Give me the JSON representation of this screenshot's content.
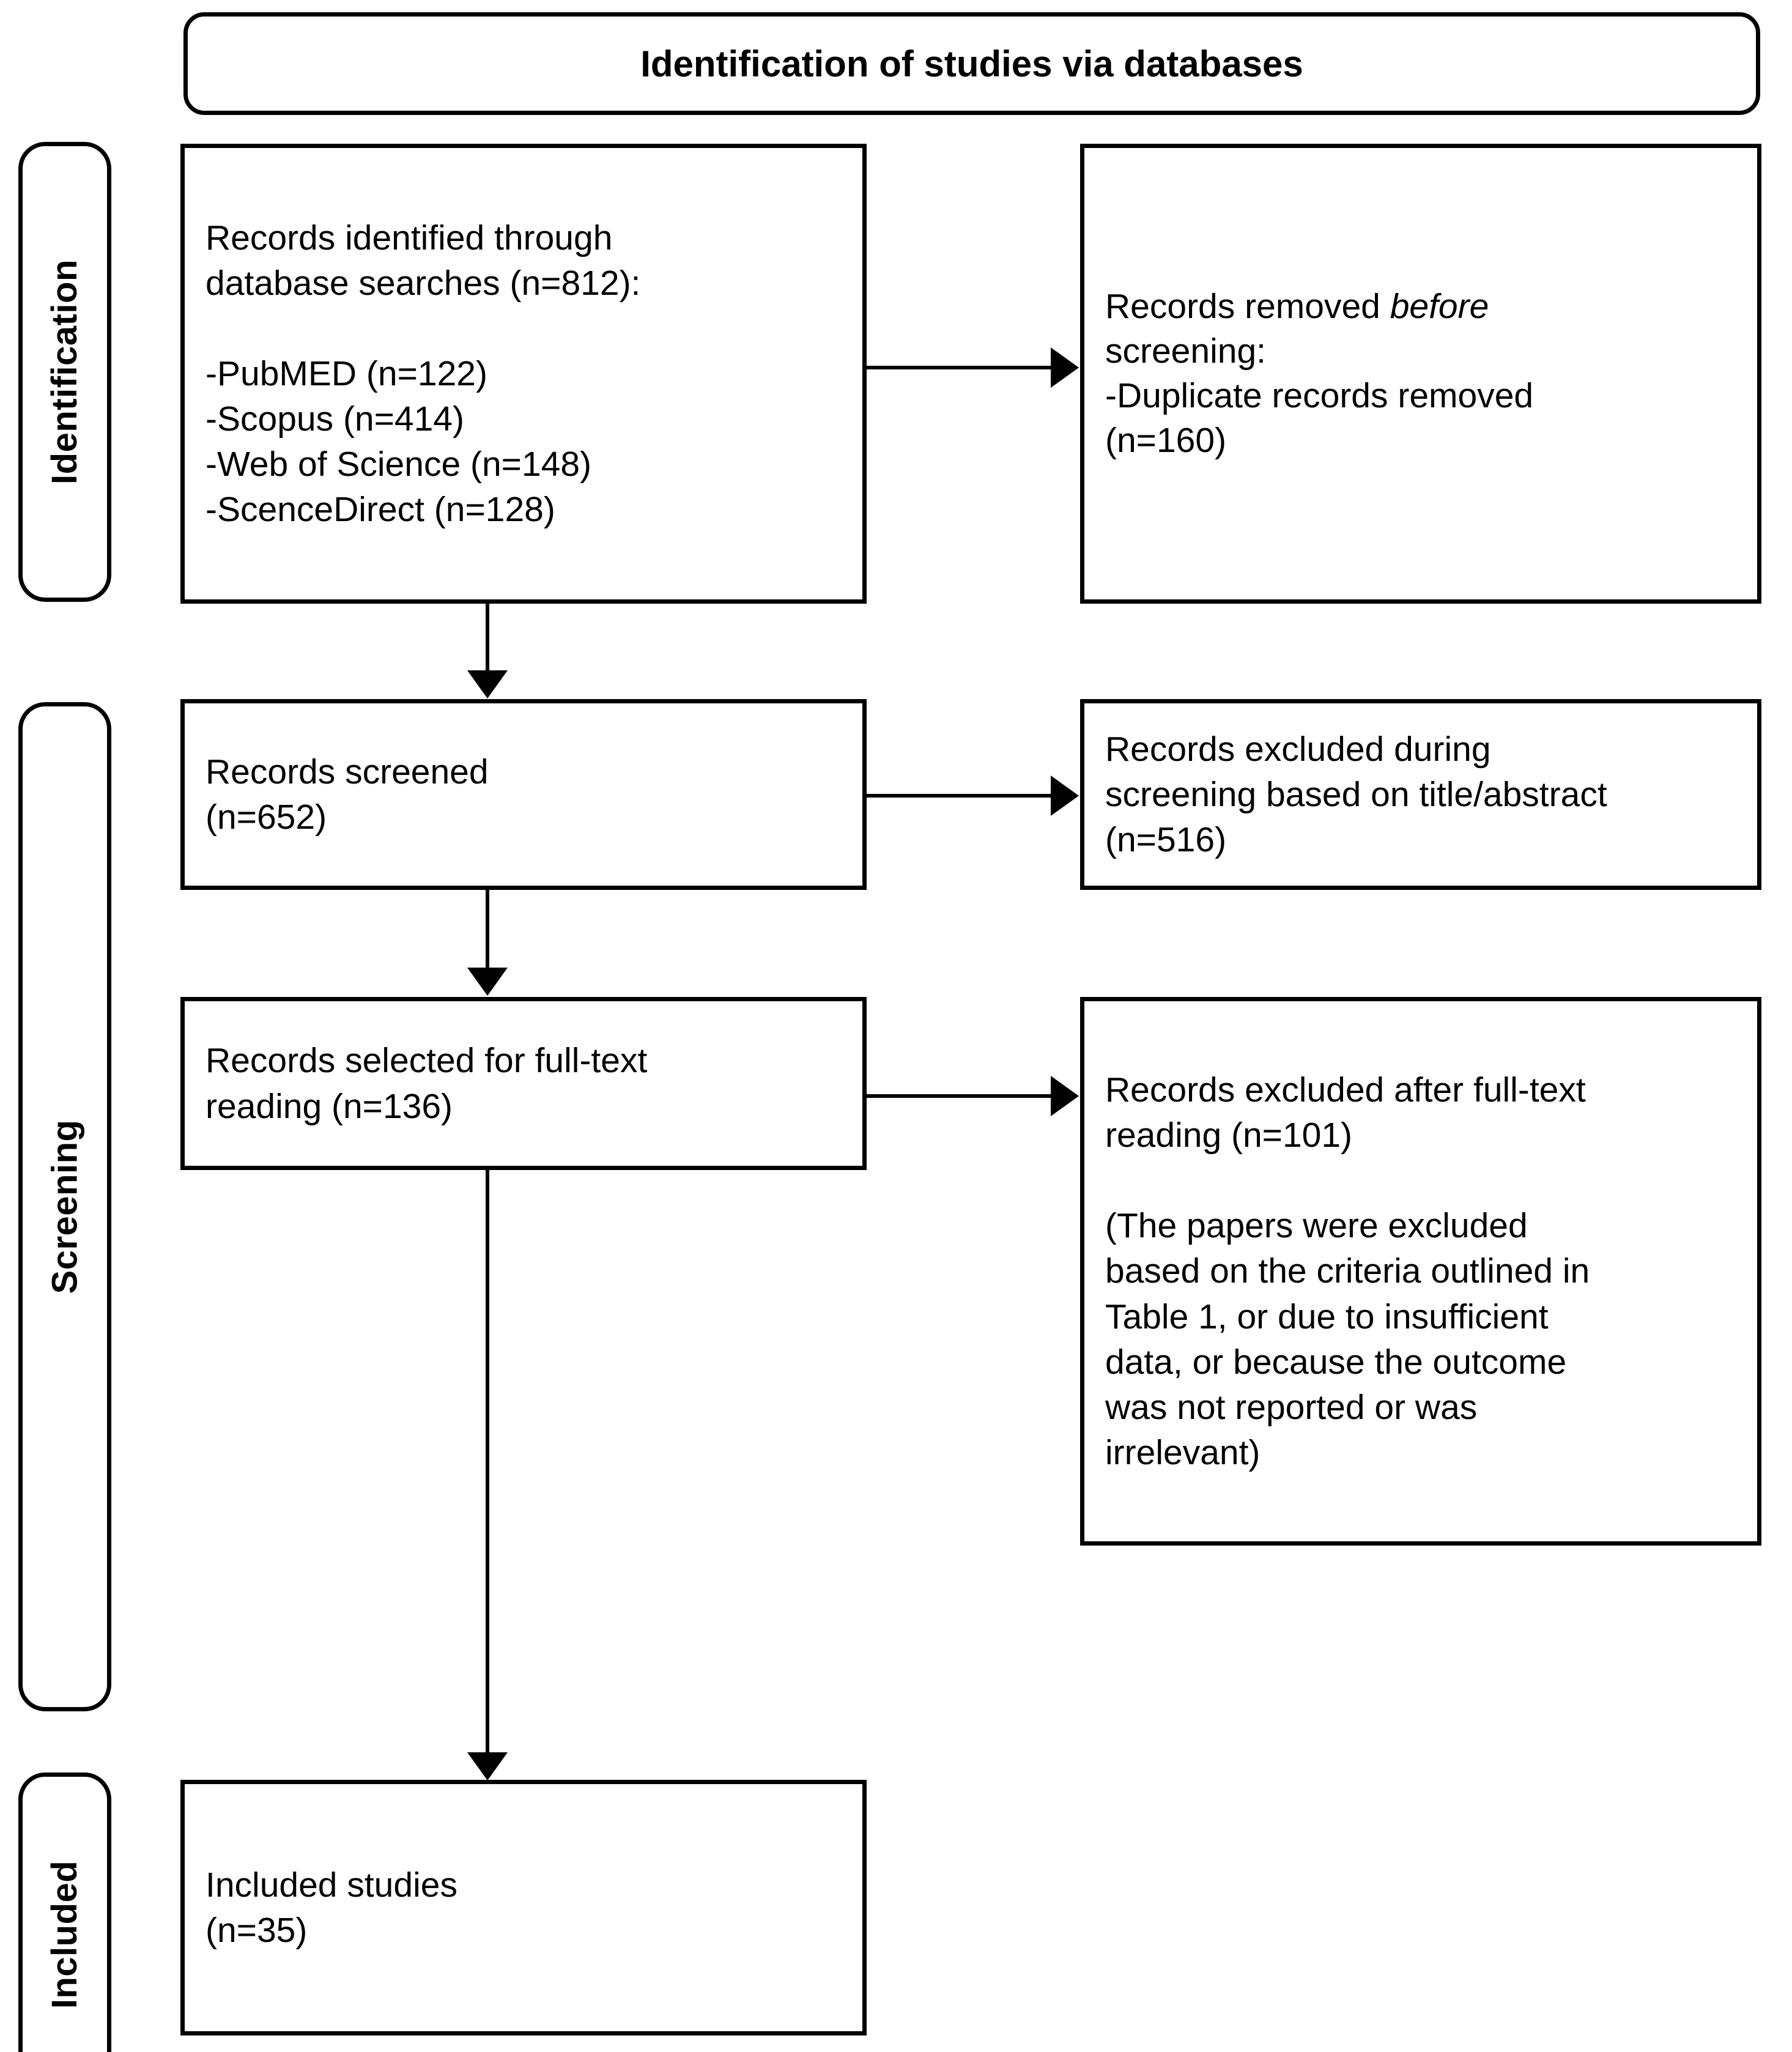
{
  "banner": {
    "title": "Identification of studies via databases"
  },
  "stages": [
    {
      "id": "identification",
      "label": "Identification"
    },
    {
      "id": "screening",
      "label": "Screening"
    },
    {
      "id": "included",
      "label": "Included"
    }
  ],
  "boxes": {
    "records_identified": {
      "title": "Records identified through database searches (n=812):",
      "sources": [
        "-PubMED (n=122)",
        "-Scopus (n=414)",
        "-Web of Science (n=148)",
        "-ScenceDirect (n=128)"
      ],
      "text": "Records identified through\ndatabase searches (n=812):\n\n-PubMED (n=122)\n-Scopus (n=414)\n-Web of Science (n=148)\n-ScenceDirect (n=128)",
      "n": 812
    },
    "records_removed_before": {
      "heading_pre": "Records removed ",
      "heading_em": "before",
      "heading_post": "\nscreening:",
      "detail": "-Duplicate records removed\n(n=160)",
      "n": 160
    },
    "records_screened": {
      "text": "Records screened\n(n=652)",
      "n": 652
    },
    "records_excluded_screening": {
      "text": "Records excluded during\nscreening based on title/abstract\n(n=516)",
      "n": 516
    },
    "records_fulltext": {
      "text": "Records selected for full-text\nreading (n=136)",
      "n": 136
    },
    "records_excluded_fulltext": {
      "text": "Records excluded after full-text\nreading (n=101)\n\n(The papers were excluded\nbased on the criteria outlined in\nTable 1, or due to insufficient\ndata, or because the outcome\nwas not reported or was\nirrelevant)",
      "n": 101
    },
    "included_studies": {
      "text": "Included studies\n(n=35)",
      "n": 35
    }
  },
  "colors": {
    "stroke": "#000000",
    "fill": "#ffffff",
    "text": "#000000"
  }
}
